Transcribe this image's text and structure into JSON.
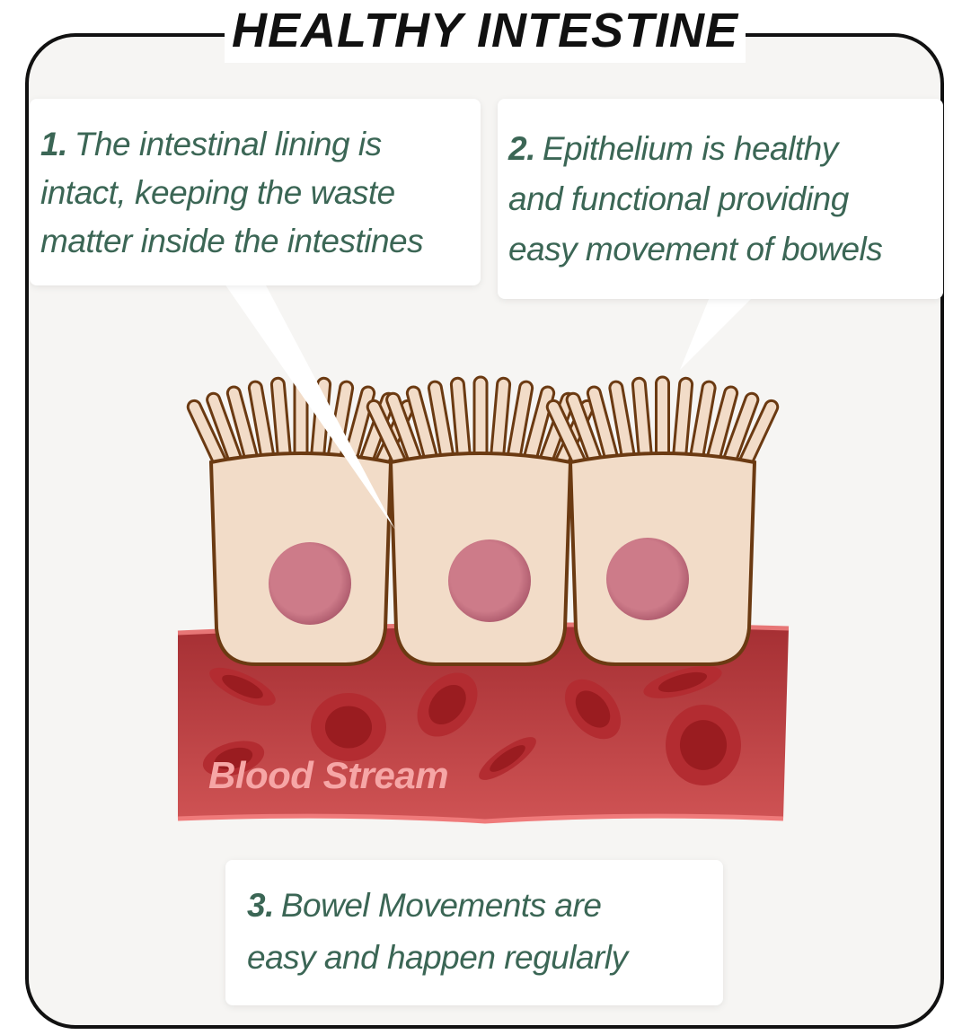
{
  "title": "HEALTHY INTESTINE",
  "callouts": [
    {
      "number": "1.",
      "lines": [
        "The intestinal lining is",
        "intact, keeping the waste",
        "matter inside the intestines"
      ]
    },
    {
      "number": "2.",
      "lines": [
        "Epithelium is healthy",
        "and functional providing",
        "easy movement of bowels"
      ]
    },
    {
      "number": "3.",
      "lines": [
        "Bowel Movements are",
        "easy and happen regularly"
      ]
    }
  ],
  "blood_label": "Blood Stream",
  "colors": {
    "text": "#3b6655",
    "cell": "#f2dcc8",
    "outline": "#6b3a12",
    "nucleus": "#cc7a88",
    "blood": "#c94a4c",
    "blood_cell": "#b0282e"
  }
}
